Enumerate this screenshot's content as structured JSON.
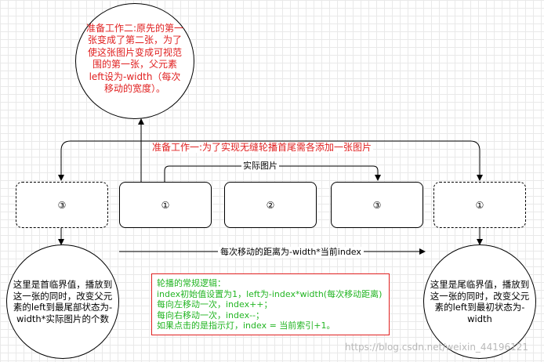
{
  "prep_step_2": "准备工作二:原先的第一张变成了第二张，为了使这张图片变成可视范围的第一张，父元素left设为-width（每次移动的宽度）。",
  "prep_step_1": "准备工作一:为了实现无缝轮播首尾需各添加一张图片",
  "actual_images_label": "实际图片",
  "move_distance_label": "每次移动的距离为-width*当前index",
  "slides": [
    "③",
    "①",
    "②",
    "③",
    "①"
  ],
  "left_boundary_note": "这里是首临界值，播放到这一张的同时，改变父元素的left到最尾部状态为-width*实际图片的个数",
  "right_boundary_note": "这里是尾临界值，播放到这一张的同时，改变父元素的left到最初状态为-width",
  "logic": {
    "title": "轮播的常规逻辑：",
    "lines": [
      "index初始值设置为1，left为-index*width(每次移动距离)",
      "每向左移动一次，index++；",
      "每向右移动一次，index--；",
      "如果点击的是指示灯，index = 当前索引+1。"
    ]
  },
  "watermark": "https://blog.csdn.net/weixin_44196121"
}
